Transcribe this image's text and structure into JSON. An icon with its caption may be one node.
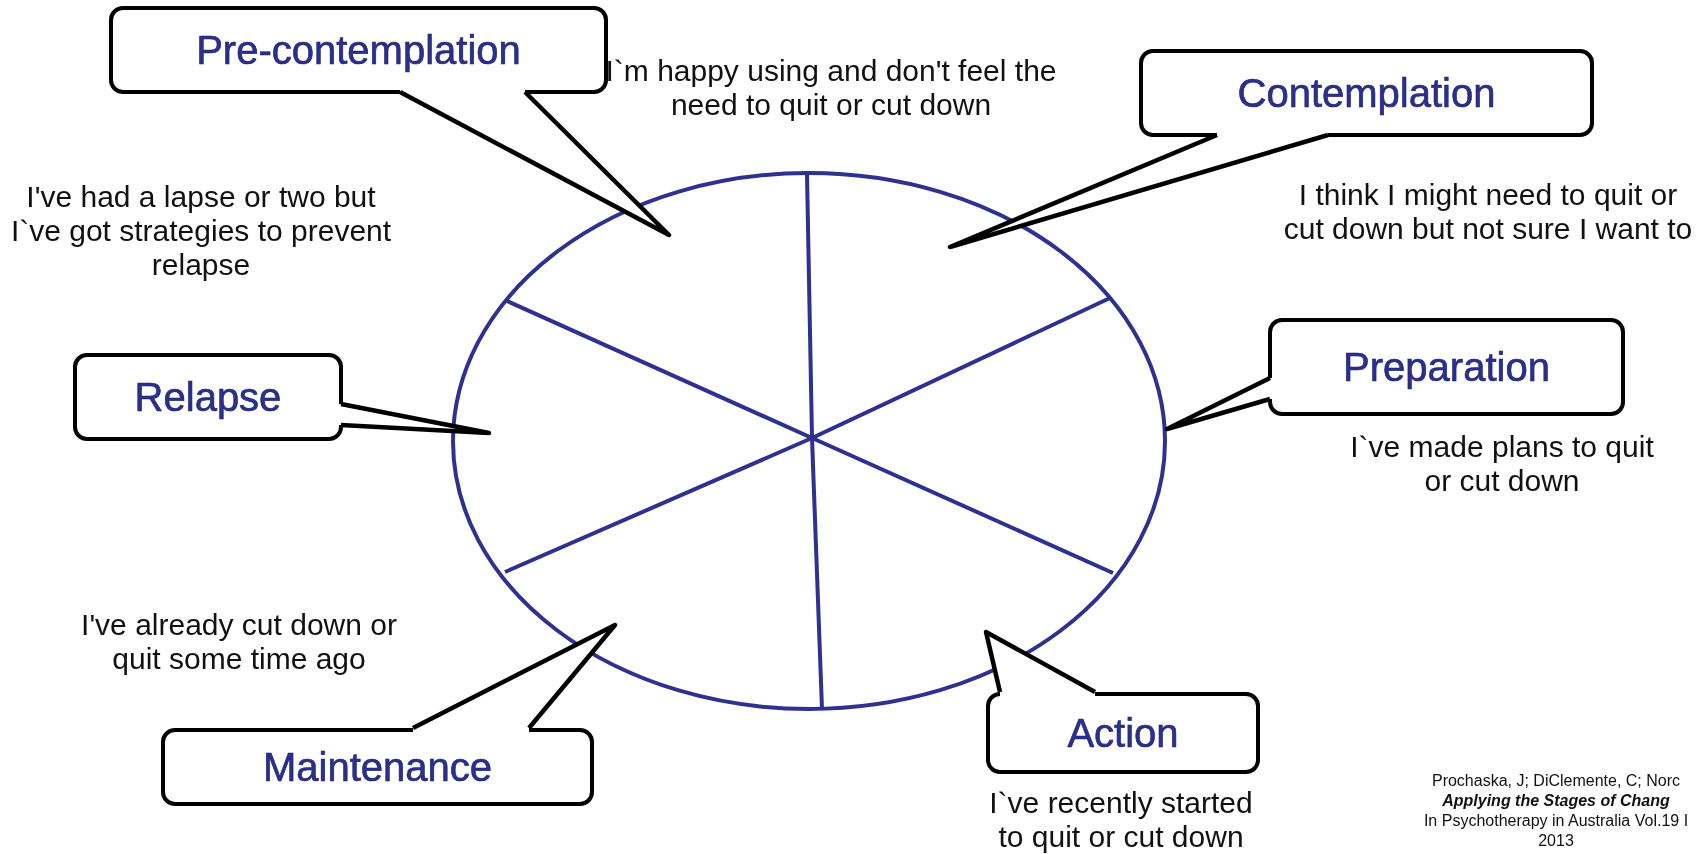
{
  "diagram": {
    "nodes": [
      {
        "text": [
          "Pre-contemplation"
        ],
        "beside": [
          "I`m happy using and don't feel the need to quit or cut down"
        ]
      },
      {
        "text": [
          "Contemplation"
        ],
        "beside": [
          "I think I might need to quit or cut down but not sure I want to"
        ]
      },
      {
        "text": [
          "Preparation"
        ],
        "beside": [
          "I`ve made plans to quit or cut down"
        ]
      },
      {
        "text": [
          "Action"
        ],
        "beside": [
          "I`ve recently started to quit or cut down"
        ]
      },
      {
        "text": [
          "Maintenance"
        ],
        "beside": [
          "I've already cut down or quit some time ago"
        ]
      },
      {
        "text": [
          "Relapse"
        ],
        "beside": [
          "I've had a lapse or two but I`ve got strategies to prevent relapse"
        ]
      }
    ],
    "edges": [
      {
        "from": 0,
        "to": null,
        "arrow": "none"
      },
      {
        "from": 1,
        "to": null,
        "arrow": "none"
      },
      {
        "from": 2,
        "to": null,
        "arrow": "none"
      },
      {
        "from": 3,
        "to": null,
        "arrow": "none"
      },
      {
        "from": 4,
        "to": null,
        "arrow": "none"
      },
      {
        "from": 5,
        "to": null,
        "arrow": "none"
      }
    ],
    "labels": [
      "Prochaska, J; DiClemente, C; Norc",
      "Applying the Stages of Chang",
      "In Psychotherapy in Australia Vol.19 I",
      "2013"
    ]
  }
}
